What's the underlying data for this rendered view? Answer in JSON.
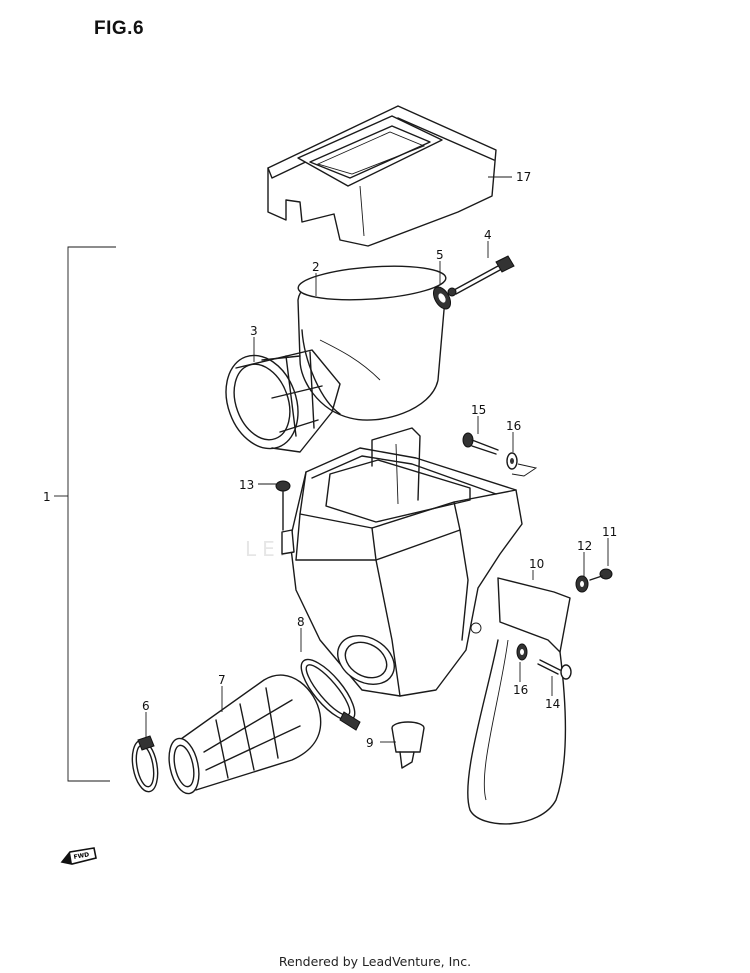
{
  "figure_title": "FIG.6",
  "watermark": "LEADVENTURE",
  "footer_text": "Rendered by LeadVenture, Inc.",
  "fwd_label": "FWD",
  "parts": [
    {
      "id": "p1",
      "label": "1"
    },
    {
      "id": "p2",
      "label": "2"
    },
    {
      "id": "p3",
      "label": "3"
    },
    {
      "id": "p4",
      "label": "4"
    },
    {
      "id": "p5",
      "label": "5"
    },
    {
      "id": "p6",
      "label": "6"
    },
    {
      "id": "p7",
      "label": "7"
    },
    {
      "id": "p8",
      "label": "8"
    },
    {
      "id": "p9",
      "label": "9"
    },
    {
      "id": "p10",
      "label": "10"
    },
    {
      "id": "p11",
      "label": "11"
    },
    {
      "id": "p12",
      "label": "12"
    },
    {
      "id": "p13",
      "label": "13"
    },
    {
      "id": "p14",
      "label": "14"
    },
    {
      "id": "p15",
      "label": "15"
    },
    {
      "id": "p16a",
      "label": "16"
    },
    {
      "id": "p16b",
      "label": "16"
    },
    {
      "id": "p17",
      "label": "17"
    }
  ]
}
